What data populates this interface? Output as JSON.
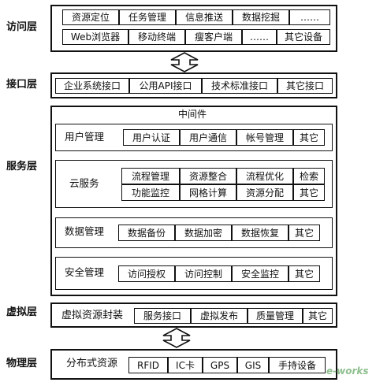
{
  "layers": {
    "access": {
      "label": "访问层",
      "row1": [
        "资源定位",
        "任务管理",
        "信息推送",
        "数据挖掘",
        "……"
      ],
      "row2": [
        "Web浏览器",
        "移动终端",
        "瘦客户端",
        "……",
        "其它设备"
      ]
    },
    "interface": {
      "label": "接口层",
      "items": [
        "企业系统接口",
        "公用API接口",
        "技术标准接口",
        "其它接口"
      ]
    },
    "service": {
      "label": "服务层",
      "middleware": "中间件",
      "user_mgmt": {
        "label": "用户管理",
        "items": [
          "用户认证",
          "用户通信",
          "帐号管理",
          "其它"
        ]
      },
      "cloud": {
        "label": "云服务",
        "row1": [
          "流程管理",
          "资源整合",
          "流程优化",
          "检索"
        ],
        "row2": [
          "功能监控",
          "网格计算",
          "资源分配",
          "其它"
        ]
      },
      "data_mgmt": {
        "label": "数据管理",
        "items": [
          "数据备份",
          "数据加密",
          "数据恢复",
          "其它"
        ]
      },
      "security_mgmt": {
        "label": "安全管理",
        "items": [
          "访问授权",
          "访问控制",
          "安全监控",
          "其它"
        ]
      }
    },
    "virtual": {
      "label": "虚拟层",
      "title": "虚拟资源封装",
      "items": [
        "服务接口",
        "虚拟发布",
        "质量管理",
        "其它"
      ]
    },
    "physical": {
      "label": "物理层",
      "title": "分布式资源",
      "items": [
        "RFID",
        "IC卡",
        "GPS",
        "GIS",
        "手持设备"
      ]
    }
  },
  "watermark": "e-works"
}
